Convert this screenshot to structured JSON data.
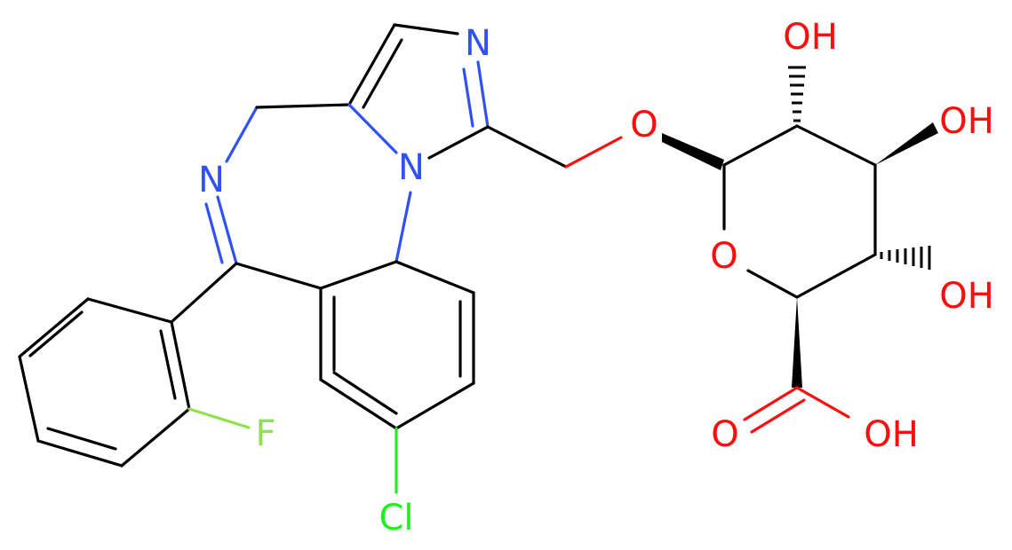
{
  "atoms": {
    "n_imine": {
      "label": "N",
      "color": "#3050F8"
    },
    "n_ring": {
      "label": "N",
      "color": "#3050F8"
    },
    "n_imidazole": {
      "label": "N",
      "color": "#3050F8"
    },
    "o_ether": {
      "label": "O",
      "color": "#FF0D0D"
    },
    "o_ring": {
      "label": "O",
      "color": "#FF0D0D"
    },
    "oh_top": {
      "label": "OH",
      "color": "#FF0D0D"
    },
    "oh_right_upper": {
      "label": "OH",
      "color": "#FF0D0D"
    },
    "oh_right_lower": {
      "label": "OH",
      "color": "#FF0D0D"
    },
    "o_carbonyl": {
      "label": "O",
      "color": "#FF0D0D"
    },
    "oh_acid": {
      "label": "OH",
      "color": "#FF0D0D"
    },
    "fluorine": {
      "label": "F",
      "color": "#90E050"
    },
    "chlorine": {
      "label": "Cl",
      "color": "#1FF01F"
    }
  }
}
